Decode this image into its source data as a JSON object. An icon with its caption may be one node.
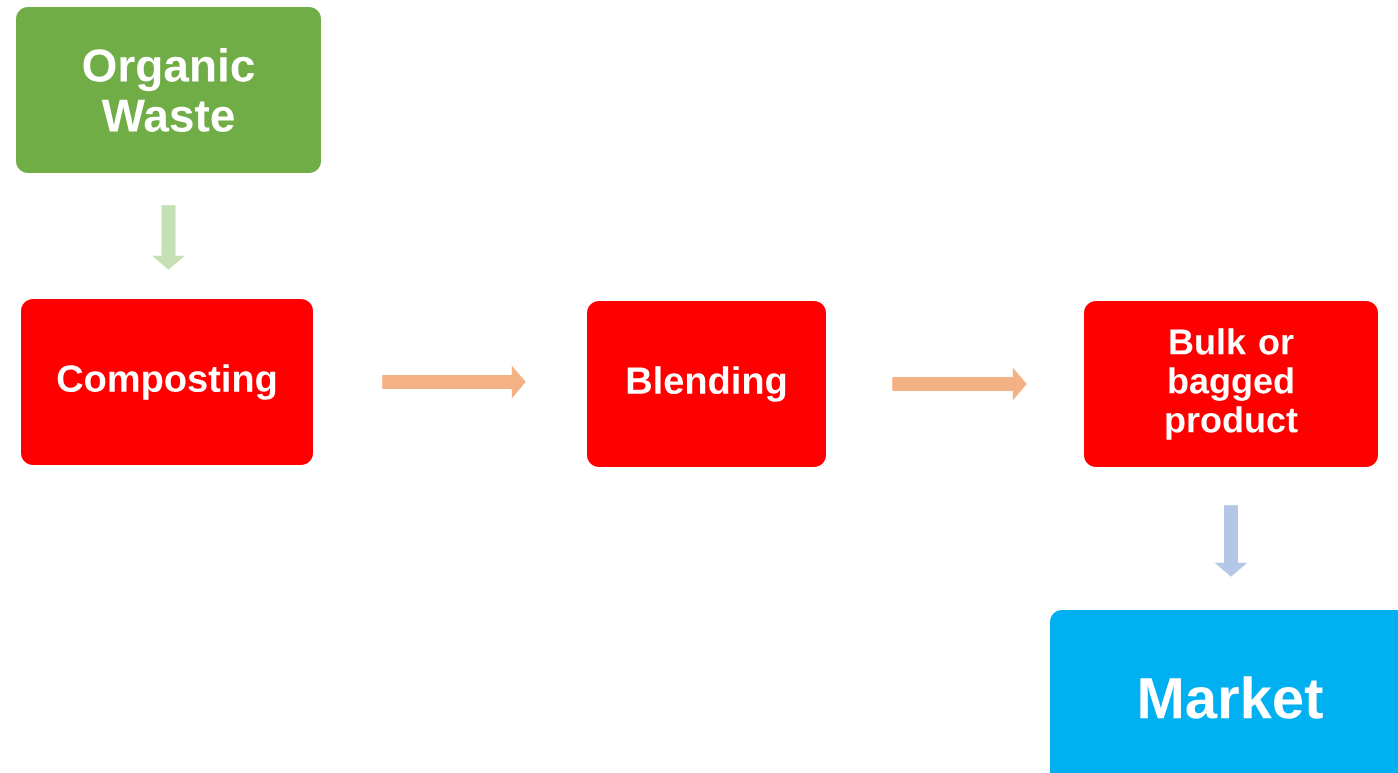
{
  "diagram": {
    "nodes": [
      {
        "text": [
          "Organic Waste"
        ]
      },
      {
        "text": [
          "Composting"
        ]
      },
      {
        "text": [
          "Blending"
        ]
      },
      {
        "text": [
          "Bulk or bagged product"
        ]
      },
      {
        "text": [
          "Market"
        ]
      }
    ],
    "edges": [
      {
        "from": 0,
        "to": 1,
        "arrow": "to",
        "color": "#c5e0b4"
      },
      {
        "from": 1,
        "to": 2,
        "arrow": "to",
        "color": "#f4b183"
      },
      {
        "from": 2,
        "to": 3,
        "arrow": "to",
        "color": "#f4b183"
      },
      {
        "from": 3,
        "to": 4,
        "arrow": "to",
        "color": "#b4c7e7"
      }
    ]
  }
}
